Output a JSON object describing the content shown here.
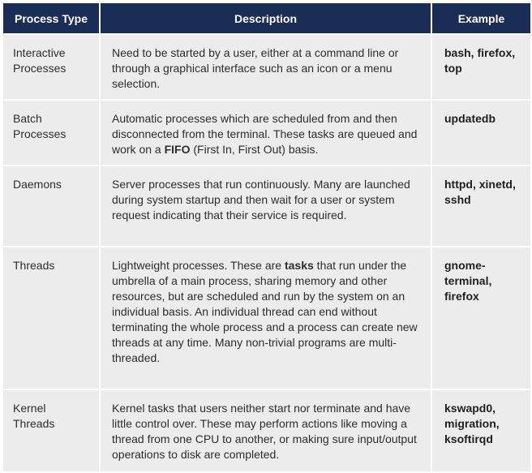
{
  "header": {
    "col_type": "Process Type",
    "col_desc": "Description",
    "col_example": "Example"
  },
  "rows": [
    {
      "type": "Interactive Processes",
      "description": [
        {
          "text": "Need to be started by a user, either at a command line or through a graphical interface such as an icon or a menu selection.",
          "bold": false
        }
      ],
      "example": "bash, firefox, top"
    },
    {
      "type": "Batch Processes",
      "description": [
        {
          "text": "Automatic processes which are scheduled from and then disconnected from the terminal. These tasks are queued and work on a ",
          "bold": false
        },
        {
          "text": "FIFO",
          "bold": true
        },
        {
          "text": " (First In, First Out) basis.",
          "bold": false
        }
      ],
      "example": "updatedb"
    },
    {
      "type": "Daemons",
      "description": [
        {
          "text": "Server processes that run continuously. Many are launched during system startup and then wait for a user or system request indicating that their service is required.",
          "bold": false
        }
      ],
      "example": "httpd, xinetd, sshd"
    },
    {
      "type": "Threads",
      "description": [
        {
          "text": "Lightweight processes. These are ",
          "bold": false
        },
        {
          "text": "tasks",
          "bold": true
        },
        {
          "text": " that run under the umbrella of a main process, sharing memory and other resources, but are scheduled and run by the system on an individual basis. An individual thread can end without terminating the whole process and a process can create new threads at any time. Many non-trivial programs are multi-threaded.",
          "bold": false
        }
      ],
      "example": "gnome-terminal, firefox"
    },
    {
      "type": "Kernel Threads",
      "description": [
        {
          "text": "Kernel tasks that users neither start nor terminate and have little control over. These may perform actions like moving a thread from one CPU to another, or making sure input/output operations to disk are completed.",
          "bold": false
        }
      ],
      "example": "kswapd0, migration, ksoftirqd"
    }
  ]
}
